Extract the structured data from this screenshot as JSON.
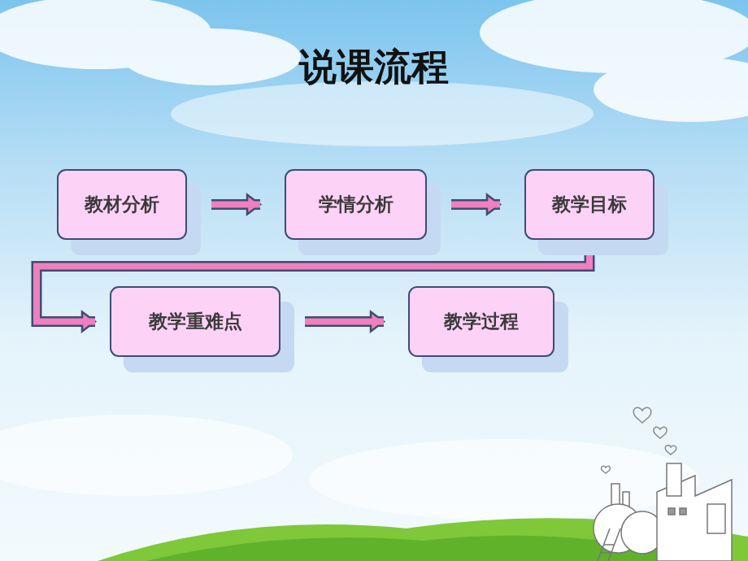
{
  "diagram": {
    "title": "说课流程",
    "nodes": [
      {
        "text": [
          "教材分析"
        ]
      },
      {
        "text": [
          "学情分析"
        ]
      },
      {
        "text": [
          "教学目标"
        ]
      },
      {
        "text": [
          "教学重难点"
        ]
      },
      {
        "text": [
          "教学过程"
        ]
      }
    ],
    "edges": [
      {
        "from": 0,
        "to": 1,
        "arrow": "to"
      },
      {
        "from": 1,
        "to": 2,
        "arrow": "to"
      },
      {
        "from": 2,
        "to": 3,
        "arrow": "to"
      },
      {
        "from": 3,
        "to": 4,
        "arrow": "to"
      }
    ]
  }
}
